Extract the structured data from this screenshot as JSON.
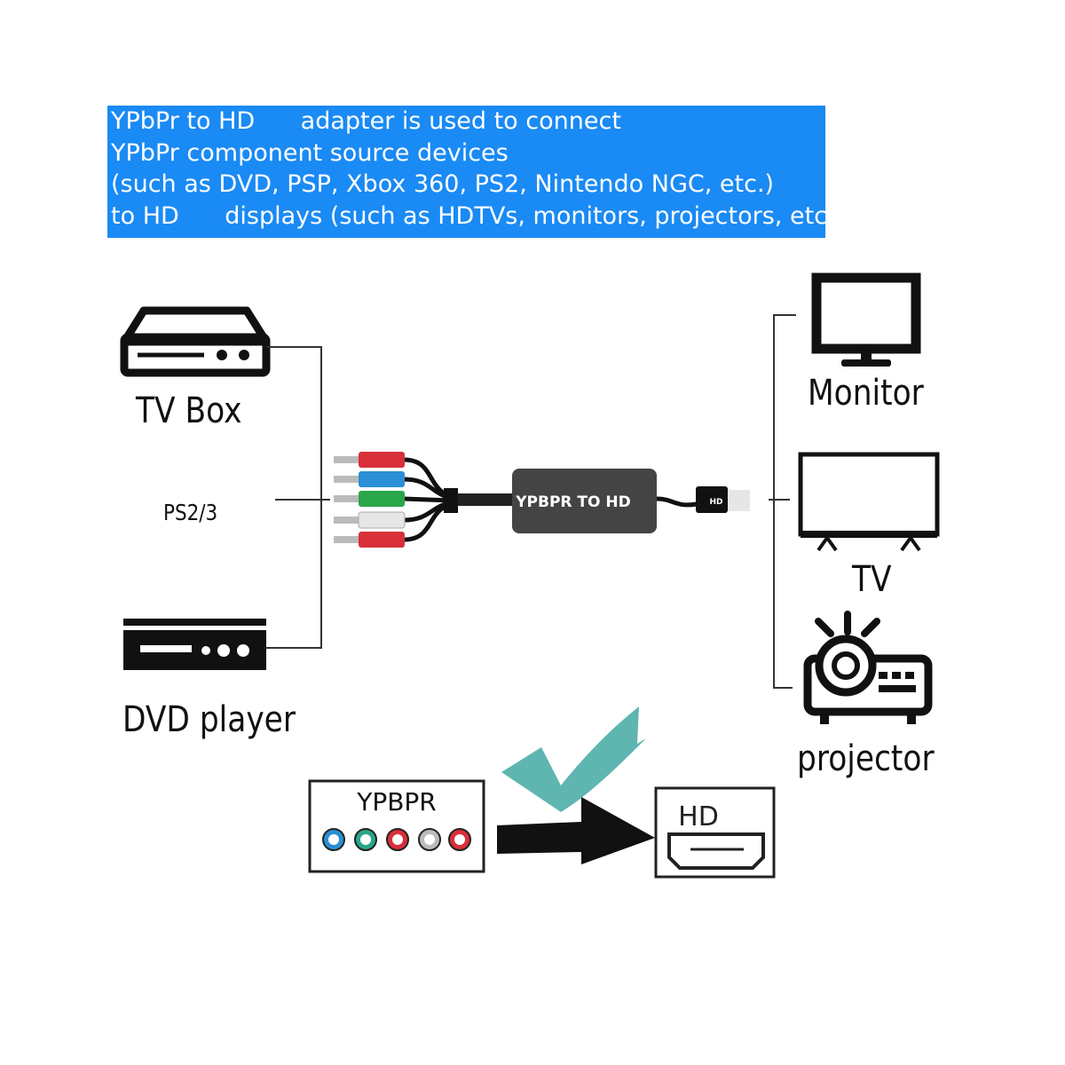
{
  "banner": {
    "lines": [
      "YPbPr to HD      adapter is used to connect",
      "YPbPr component source devices",
      "(such as DVD, PSP, Xbox 360, PS2, Nintendo NGC, etc.)",
      "to HD      displays (such as HDTVs, monitors, projectors, etc.)"
    ]
  },
  "sources": {
    "tv_box": "TV Box",
    "ps": "PS2/3",
    "dvd": "DVD player"
  },
  "adapter": {
    "label": "YPBPR TO HD",
    "plug_label": "HD"
  },
  "displays": {
    "monitor": "Monitor",
    "tv": "TV",
    "projector": "projector"
  },
  "bottom": {
    "ypbpr_label": "YPBPR",
    "hd_label": "HD"
  },
  "colors": {
    "banner": "#1a8af5",
    "check": "#5fb5b0",
    "plug_red": "#d8303a",
    "plug_blue": "#2a8fd4",
    "plug_green": "#2aa64a",
    "plug_white": "#e6e6e6",
    "adapter_body": "#444444"
  }
}
